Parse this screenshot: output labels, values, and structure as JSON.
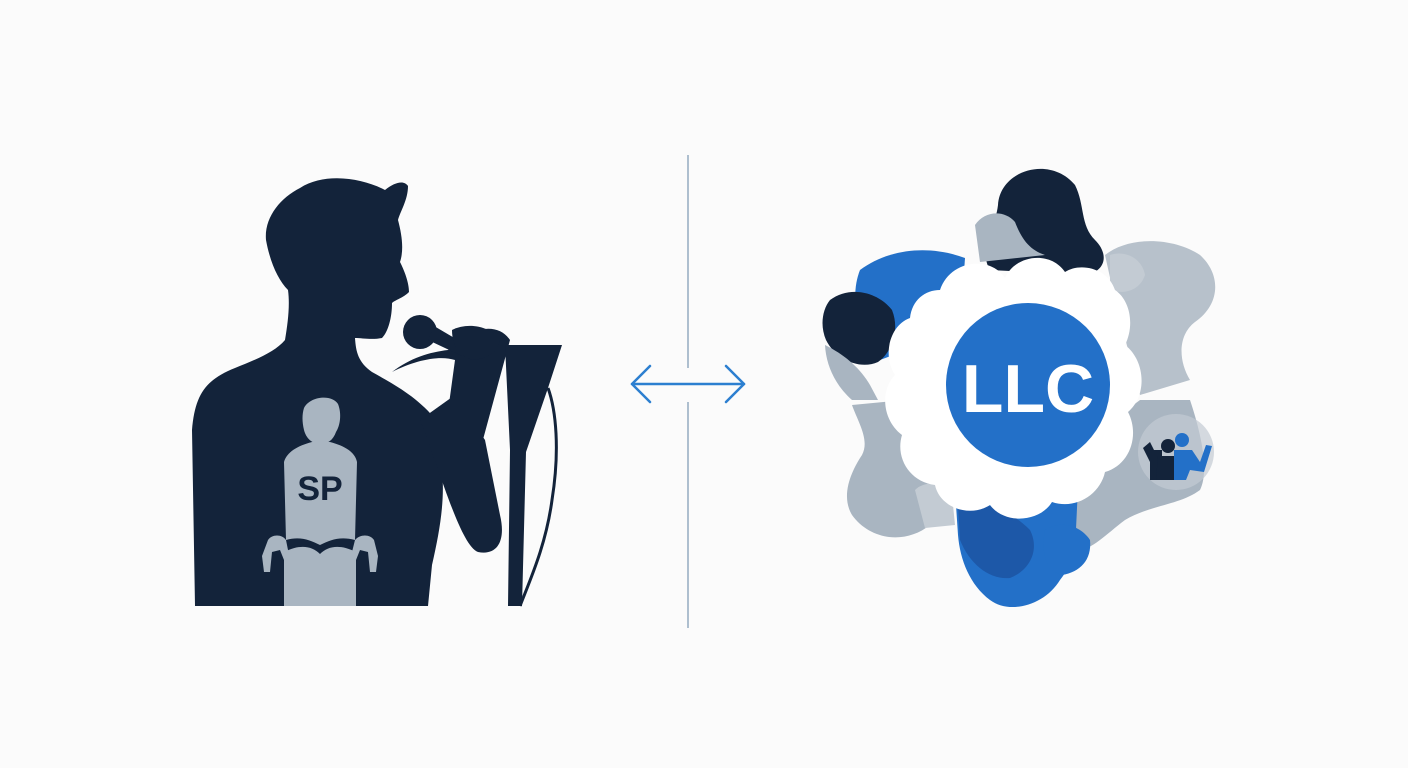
{
  "colors": {
    "background": "#fbfbfb",
    "navy": "#13233a",
    "blue": "#2370c8",
    "deep_blue": "#1d58a8",
    "gray": "#a9b5c1",
    "light_gray": "#c3cbd3",
    "white": "#ffffff",
    "divider": "#aebfcf",
    "arrow": "#2c7fd0"
  },
  "left_panel": {
    "icon": "speaker-with-microphone-icon",
    "badge_text": "SP"
  },
  "center": {
    "divider_icon": "vertical-divider",
    "arrow_icon": "double-headed-arrow-icon"
  },
  "right_panel": {
    "icon": "connected-network-gear-icon",
    "badge_text": "LLC",
    "member_icon": "group-of-people-icon"
  }
}
